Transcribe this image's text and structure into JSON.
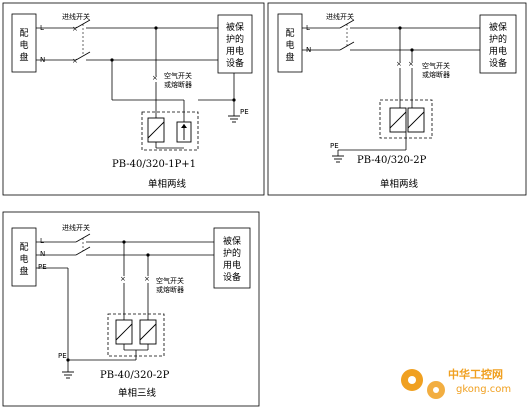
{
  "diagrams": [
    {
      "distribution_board": "配电盘",
      "line_labels": [
        "L",
        "N"
      ],
      "main_switch": "进线开关",
      "breaker": "空气开关或熔断器",
      "protected_equipment": "被保护的用电设备",
      "pe": "PE",
      "model": "PB-40/320-1P+1",
      "caption": "单相两线"
    },
    {
      "distribution_board": "配电盘",
      "line_labels": [
        "L",
        "N"
      ],
      "main_switch": "进线开关",
      "breaker": "空气开关或熔断器",
      "protected_equipment": "被保护的用电设备",
      "pe": "PE",
      "model": "PB-40/320-2P",
      "caption": "单相两线"
    },
    {
      "distribution_board": "配电盘",
      "line_labels": [
        "L",
        "N",
        "PE"
      ],
      "main_switch": "进线开关",
      "breaker": "空气开关或熔断器",
      "protected_equipment": "被保护的用电设备",
      "pe": "PE",
      "model": "PB-40/320-2P",
      "caption": "单相三线"
    }
  ],
  "watermark": {
    "cn": "中华工控网",
    "en": "gkong.com",
    "color": "#f0a020"
  }
}
